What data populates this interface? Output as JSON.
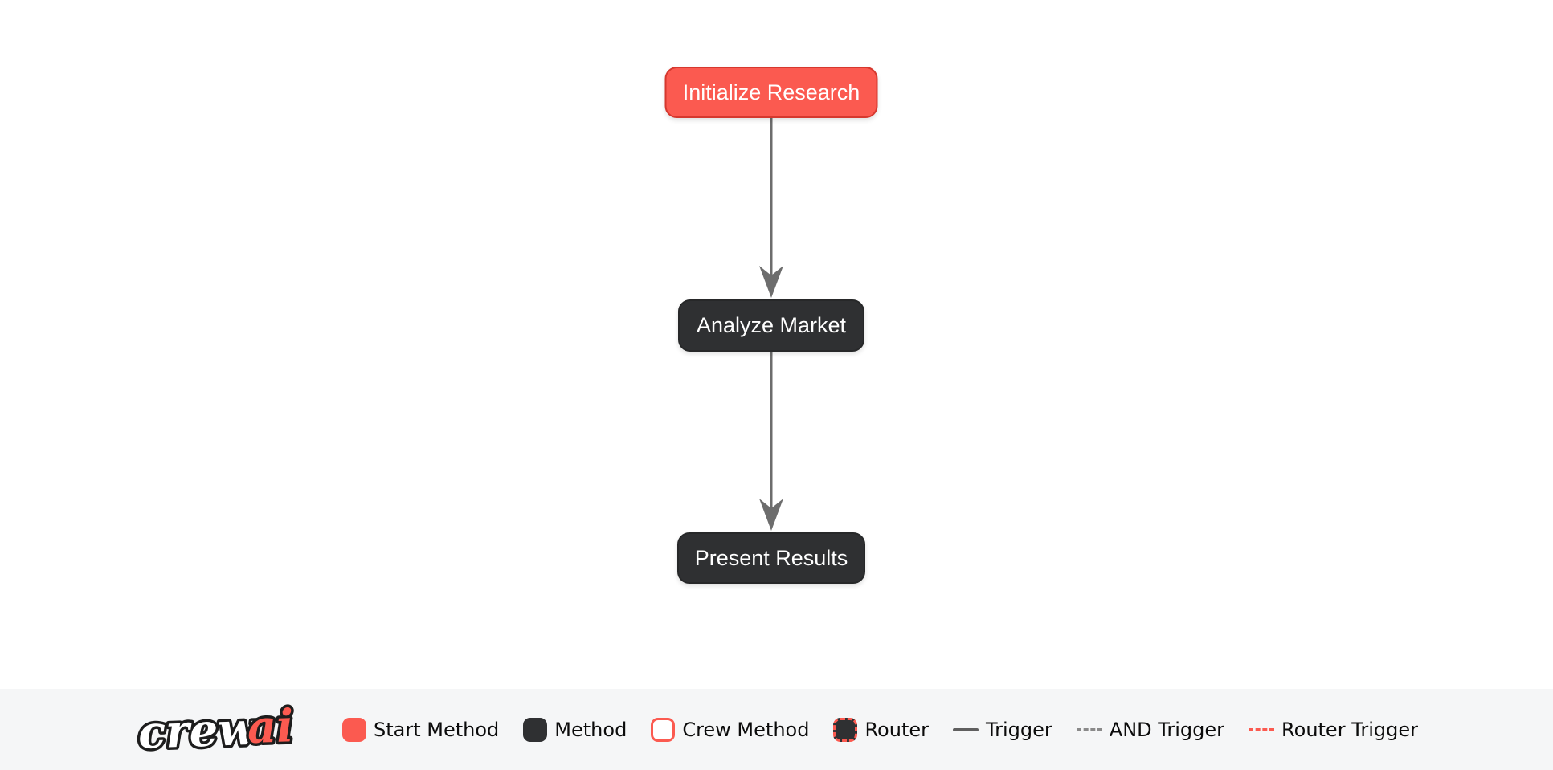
{
  "flow": {
    "nodes": [
      {
        "id": "initialize_research",
        "label": "Initialize Research",
        "type": "start-method"
      },
      {
        "id": "analyze_market",
        "label": "Analyze Market",
        "type": "method"
      },
      {
        "id": "present_results",
        "label": "Present Results",
        "type": "method"
      }
    ],
    "edges": [
      {
        "from": "initialize_research",
        "to": "analyze_market",
        "type": "trigger"
      },
      {
        "from": "analyze_market",
        "to": "present_results",
        "type": "trigger"
      }
    ]
  },
  "brand": {
    "word1": "crew",
    "word2": "ai"
  },
  "legend": {
    "items": [
      {
        "label": "Start Method",
        "swatch": "start-method-swatch"
      },
      {
        "label": "Method",
        "swatch": "method-swatch"
      },
      {
        "label": "Crew Method",
        "swatch": "crew-method-swatch"
      },
      {
        "label": "Router",
        "swatch": "router-swatch"
      },
      {
        "label": "Trigger",
        "swatch": "trigger-line"
      },
      {
        "label": "AND Trigger",
        "swatch": "and-trigger-line"
      },
      {
        "label": "Router Trigger",
        "swatch": "router-trigger-line"
      }
    ]
  },
  "colors": {
    "start_method_fill": "#fb5a50",
    "start_method_border": "#d6382e",
    "method_fill": "#2f3032",
    "edge_gray": "#6d6d6d",
    "and_trigger_gray": "#8a8a8a",
    "router_trigger_red": "#fb5a50",
    "legend_background": "#f5f6f7",
    "canvas_background": "#ffffff",
    "node_text": "#ffffff",
    "legend_text": "#0b0b0b"
  }
}
